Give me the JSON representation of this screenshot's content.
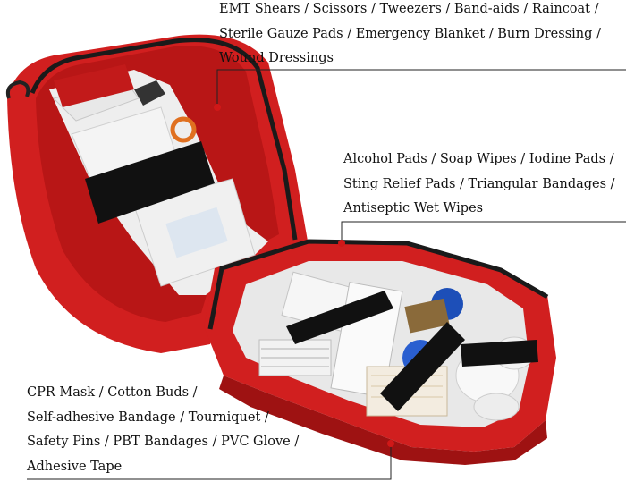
{
  "labels": {
    "top": [
      "EMT Shears / Scissors / Tweezers / Band-aids / Raincoat /",
      "Sterile Gauze Pads / Emergency Blanket / Burn Dressing /",
      "Wound Dressings"
    ],
    "middle": [
      "Alcohol Pads / Soap Wipes / Iodine Pads /",
      "Sting Relief Pads / Triangular Bandages /",
      "Antiseptic Wet Wipes"
    ],
    "bottom": [
      "CPR Mask / Cotton Buds /",
      "Self-adhesive Bandage / Tourniquet /",
      "Safety Pins / PBT Bandages / PVC Glove /",
      "Adhesive Tape"
    ]
  },
  "colors": {
    "bag_red": "#d11f1f",
    "bag_dark_red": "#9e1212",
    "zipper_black": "#1a1a1a",
    "strap_black": "#111111",
    "pointer_dot": "#d01818",
    "leader_line": "#222222"
  }
}
